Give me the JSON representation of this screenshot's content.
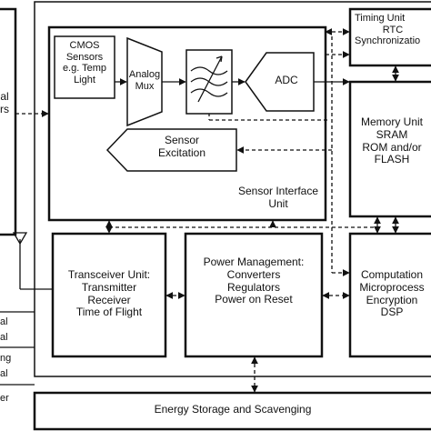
{
  "diagram": {
    "left_block": {
      "line1": "al",
      "line2": "rs"
    },
    "cmos_sensors": {
      "line1": "CMOS",
      "line2": "Sensors",
      "line3": "e.g. Temp",
      "line4": "Light"
    },
    "analog_mux": {
      "line1": "Analog",
      "line2": "Mux"
    },
    "adc": {
      "label": "ADC"
    },
    "sensor_excitation": {
      "line1": "Sensor",
      "line2": "Excitation"
    },
    "sensor_interface_unit": {
      "line1": "Sensor Interface",
      "line2": "Unit"
    },
    "timing_unit": {
      "line1": "Timing Unit",
      "line2": "RTC",
      "line3": "Synchronizatio"
    },
    "memory_unit": {
      "line1": "Memory Unit",
      "line2": "SRAM",
      "line3": "ROM and/or",
      "line4": "FLASH"
    },
    "transceiver_unit": {
      "line1": "Transceiver Unit:",
      "line2": "Transmitter",
      "line3": "Receiver",
      "line4": "Time of Flight"
    },
    "power_management": {
      "line1": "Power Management:",
      "line2": "Converters",
      "line3": "Regulators",
      "line4": "Power on Reset"
    },
    "computation": {
      "line1": "Computation",
      "line2": "Microprocess",
      "line3": "Encryption",
      "line4": "DSP"
    },
    "energy_storage": {
      "label": "Energy Storage and Scavenging"
    },
    "legend": {
      "item1": "al",
      "item2": "al",
      "item3": "ng",
      "item4": "al",
      "item5": "er"
    }
  }
}
